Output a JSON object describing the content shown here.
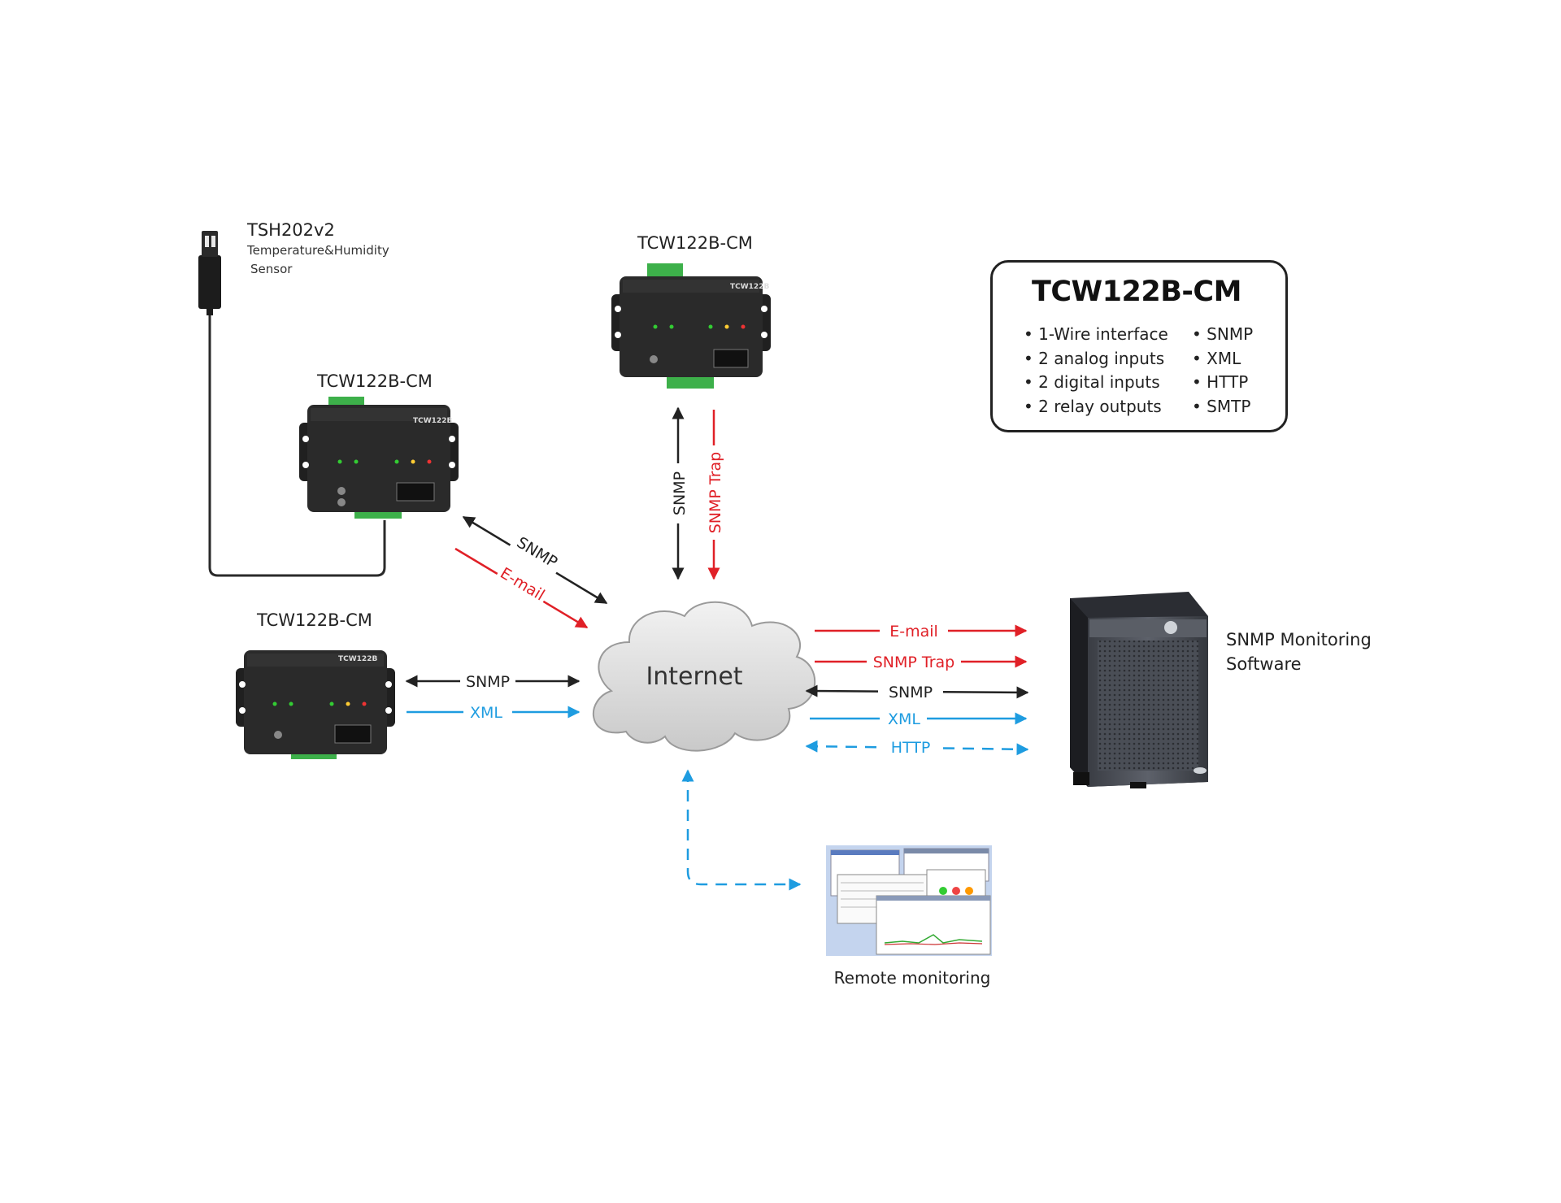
{
  "sensor": {
    "name": "TSH202v2",
    "desc_line1": "Temperature&Humidity",
    "desc_line2": "Sensor"
  },
  "devices": {
    "left_top": "TCW122B-CM",
    "center_top": "TCW122B-CM",
    "left_bottom": "TCW122B-CM",
    "device_plate": "TCW122B"
  },
  "cloud": {
    "label": "Internet"
  },
  "links": {
    "diag_snmp": "SNMP",
    "diag_email": "E-mail",
    "vert_snmp": "SNMP",
    "vert_trap": "SNMP Trap",
    "left_snmp": "SNMP",
    "left_xml": "XML",
    "right_email": "E-mail",
    "right_trap": "SNMP Trap",
    "right_snmp": "SNMP",
    "right_xml": "XML",
    "right_http": "HTTP"
  },
  "server": {
    "label_line1": "SNMP Monitoring",
    "label_line2": "Software"
  },
  "remote": {
    "label": "Remote monitoring"
  },
  "info": {
    "title": "TCW122B-CM",
    "features": [
      "1-Wire interface",
      "2 analog inputs",
      "2 digital inputs",
      "2 relay outputs"
    ],
    "protocols": [
      "SNMP",
      "XML",
      "HTTP",
      "SMTP"
    ]
  },
  "colors": {
    "black_link": "#222222",
    "red_link": "#e02027",
    "blue_link": "#1e9ce0",
    "device_body": "#2a2a2a",
    "terminal_green": "#3db04a"
  }
}
